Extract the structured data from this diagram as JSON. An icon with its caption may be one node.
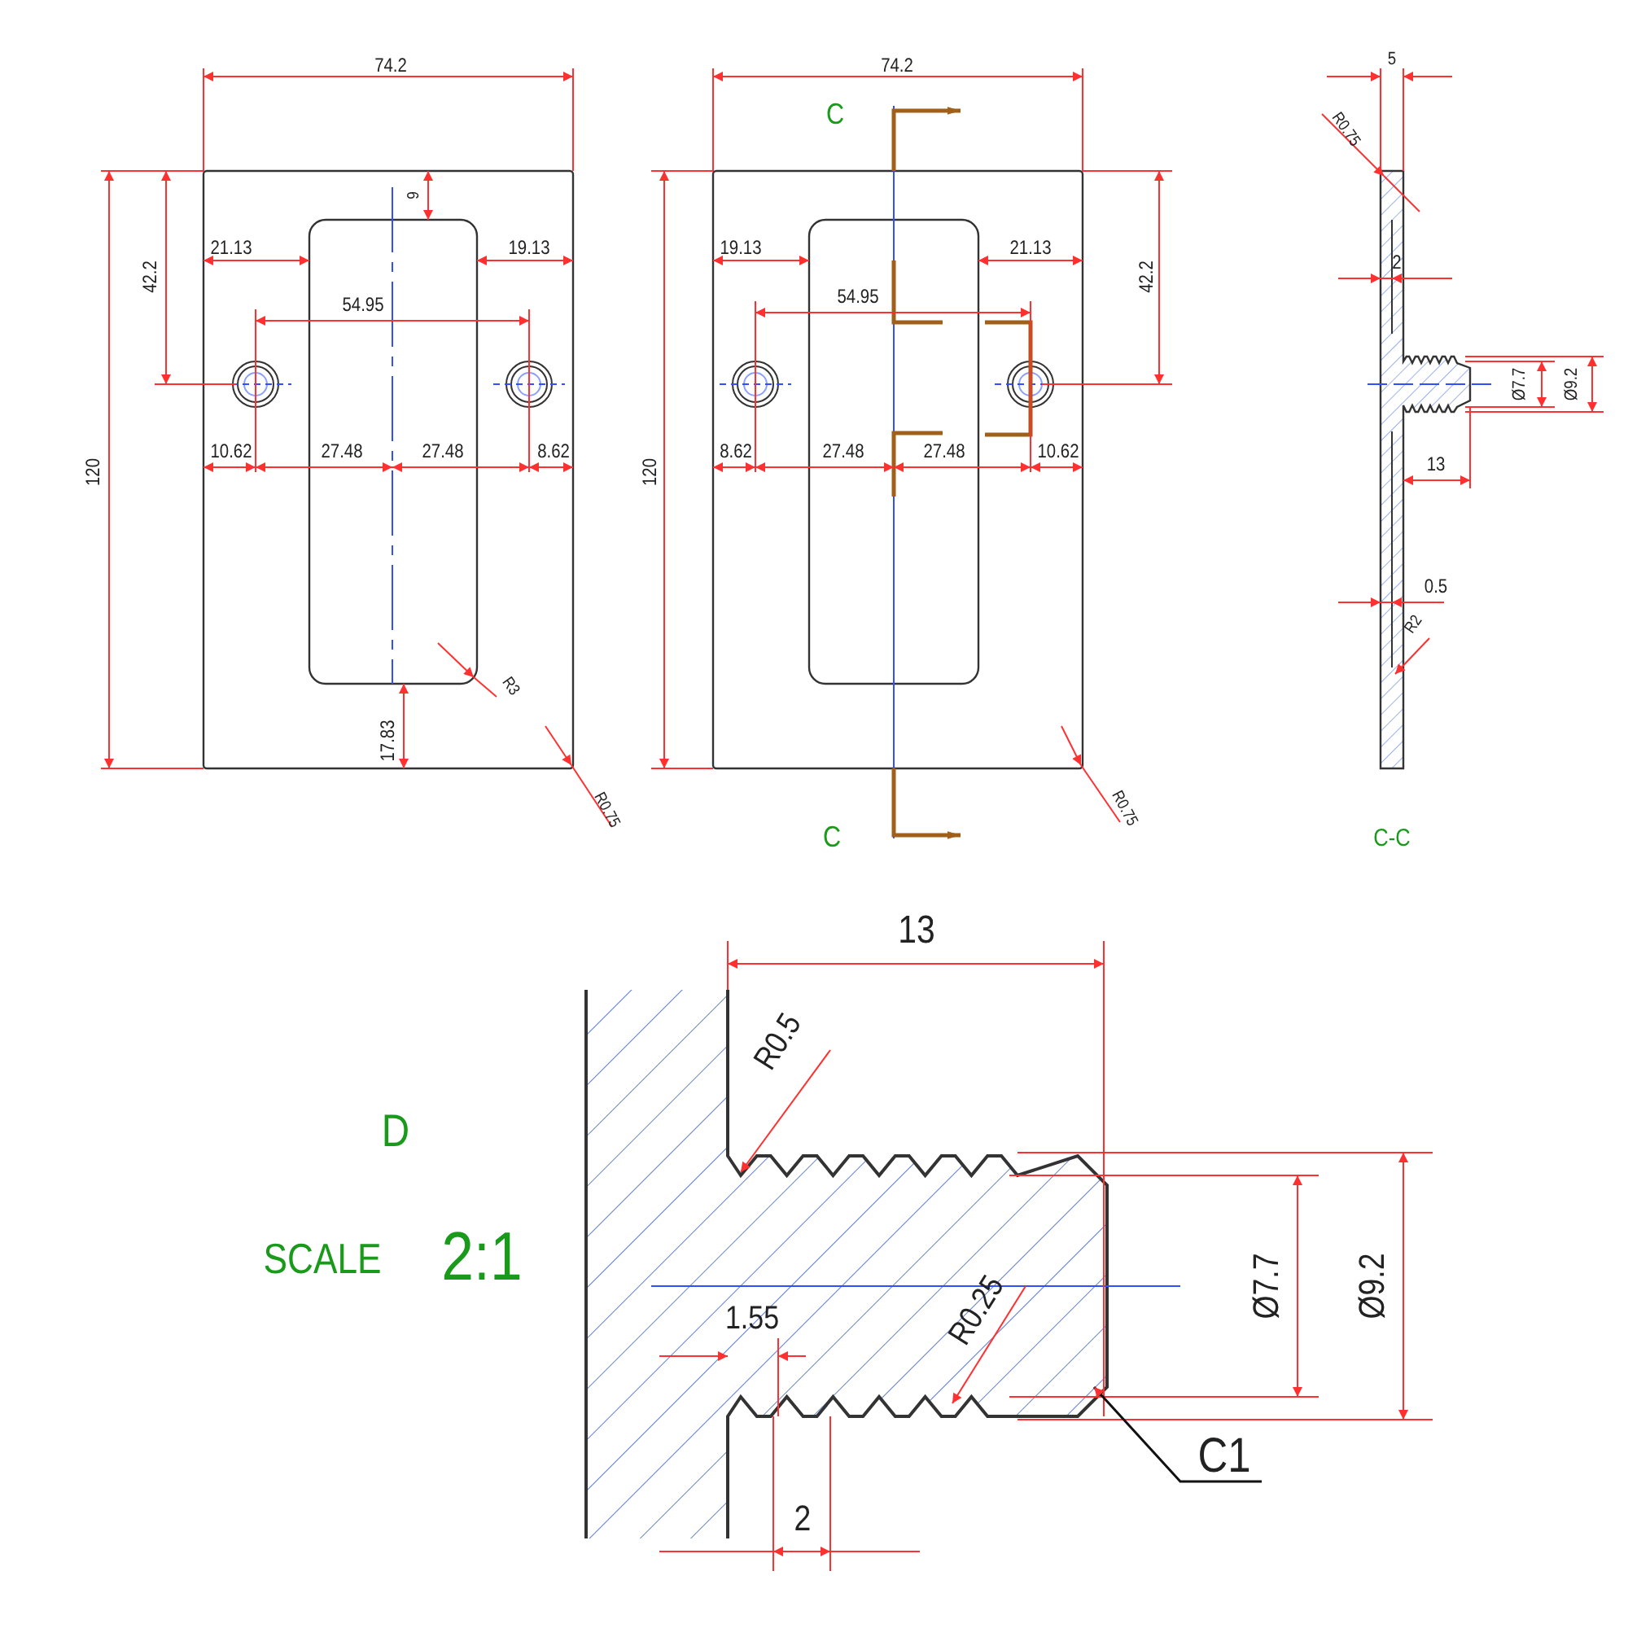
{
  "diagram": {
    "labels": [
      "74.2",
      "9",
      "21.13",
      "19.13",
      "42.2",
      "54.95",
      "120",
      "10.62",
      "27.48",
      "27.48",
      "8.62",
      "R3",
      "17.83",
      "R0.75",
      "74.2",
      "C",
      "19.13",
      "21.13",
      "42.2",
      "54.95",
      "120",
      "8.62",
      "27.48",
      "27.48",
      "10.62",
      "C",
      "R0.75",
      "5",
      "R0.75",
      "2",
      "Ø7.7",
      "Ø9.2",
      "13",
      "0.5",
      "R2",
      "C-C",
      "13",
      "R0.5",
      "D",
      "SCALE",
      "2:1",
      "Ø7.7",
      "Ø9.2",
      "1.55",
      "R0.25",
      "C1",
      "2"
    ]
  }
}
